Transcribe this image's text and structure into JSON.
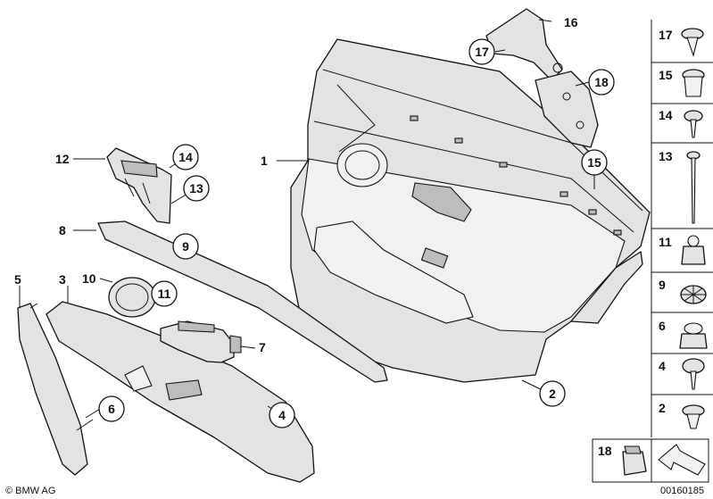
{
  "callouts": [
    {
      "id": "c1",
      "text": "1"
    },
    {
      "id": "c2",
      "text": "2"
    },
    {
      "id": "c3",
      "text": "3"
    },
    {
      "id": "c4",
      "text": "4"
    },
    {
      "id": "c5",
      "text": "5"
    },
    {
      "id": "c6",
      "text": "6"
    },
    {
      "id": "c7",
      "text": "7"
    },
    {
      "id": "c8",
      "text": "8"
    },
    {
      "id": "c9",
      "text": "9"
    },
    {
      "id": "c10",
      "text": "10"
    },
    {
      "id": "c11",
      "text": "11"
    },
    {
      "id": "c12",
      "text": "12"
    },
    {
      "id": "c13",
      "text": "13"
    },
    {
      "id": "c14",
      "text": "14"
    },
    {
      "id": "c15",
      "text": "15"
    },
    {
      "id": "c16",
      "text": "16"
    },
    {
      "id": "c17",
      "text": "17"
    },
    {
      "id": "c18",
      "text": "18"
    }
  ],
  "legend": [
    {
      "text": "17",
      "icon": "push-rivet-icon"
    },
    {
      "text": "15",
      "icon": "expanding-nut-icon"
    },
    {
      "text": "14",
      "icon": "screw-icon"
    },
    {
      "text": "13",
      "icon": "long-bolt-icon"
    },
    {
      "text": "11",
      "icon": "nut-icon"
    },
    {
      "text": "9",
      "icon": "star-clip-icon"
    },
    {
      "text": "6",
      "icon": "hex-nut-icon"
    },
    {
      "text": "4",
      "icon": "washer-screw-icon"
    },
    {
      "text": "2",
      "icon": "expanding-rivet-icon"
    }
  ],
  "footer": {
    "copyright": "© BMW AG",
    "diagram_id": "00160185",
    "bottom_ref": "18"
  }
}
